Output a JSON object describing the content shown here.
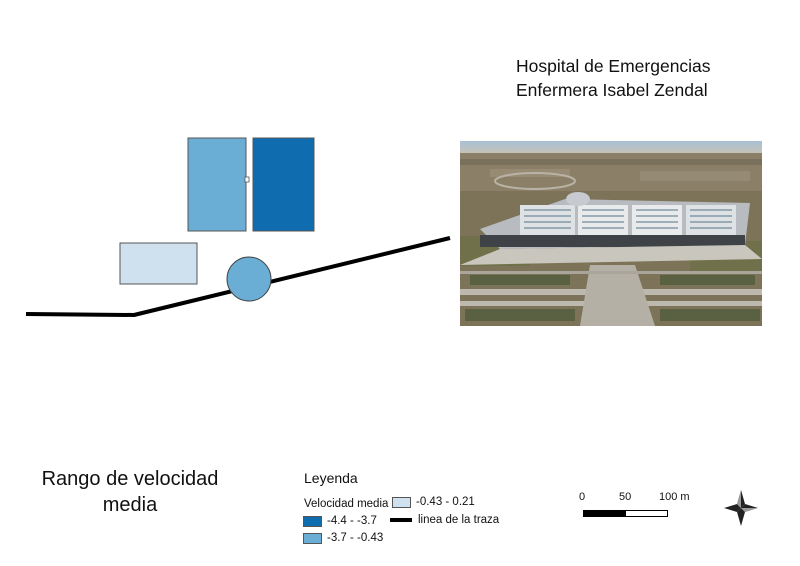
{
  "hospital": {
    "title_line1": "Hospital de Emergencias",
    "title_line2": "Enfermera Isabel Zendal"
  },
  "map_title": {
    "line1": "Rango de velocidad",
    "line2": "media"
  },
  "legend": {
    "title": "Leyenda",
    "subtitle": "Velocidad media",
    "items": [
      {
        "label": "-4.4 - -3.7",
        "color": "#0f6cae"
      },
      {
        "label": "-3.7 - -0.43",
        "color": "#6aaed6"
      },
      {
        "label": "-0.43 - 0.21",
        "color": "#cfe0ee"
      }
    ],
    "line_label": "linea de la traza"
  },
  "scale": {
    "labels": [
      "0",
      "50",
      "100 m"
    ]
  },
  "colors": {
    "dark_blue": "#0f6cae",
    "mid_blue": "#6aaed6",
    "light_blue": "#cfe0ee",
    "trace": "#000000"
  },
  "icons": {
    "north": "north-arrow-icon",
    "photo": "aerial-photo"
  }
}
